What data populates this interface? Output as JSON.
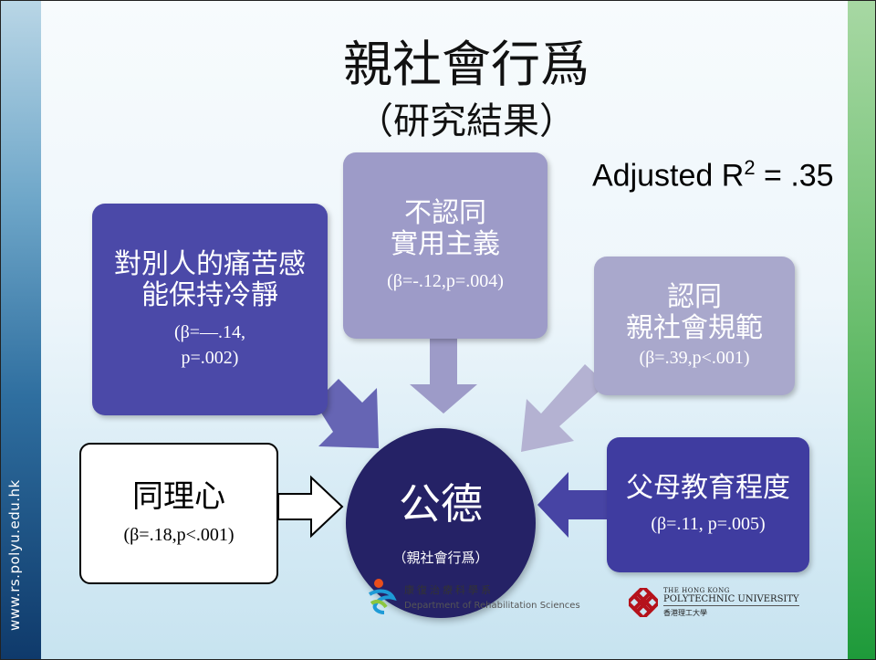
{
  "title": "親社會行爲",
  "subtitle": "（研究結果）",
  "model_fit": {
    "label": "Adjusted R",
    "sup": "2",
    "value": " = .35"
  },
  "predictors": [
    {
      "line1": "對別人的痛苦感",
      "line2": "能保持冷靜",
      "stat1": "(β=—.14,",
      "stat2": "p=.002)"
    },
    {
      "line1": "不認同",
      "line2": "實用主義",
      "stat1": "(β=-.12,p=.004)"
    },
    {
      "line1": "認同",
      "line2": "親社會規範",
      "stat1": "(β=.39,p<.001)"
    },
    {
      "line1": "父母教育程度",
      "stat1": "(β=.11, p=.005)"
    },
    {
      "line1": "同理心",
      "stat1": "(β=.18,p<.001)"
    }
  ],
  "outcome": {
    "label": "公德",
    "sub": "（親社會行爲）"
  },
  "sidebar_url": "www.rs.polyu.edu.hk",
  "dept_logo": {
    "cn": "康復治療科學系",
    "en": "Department of Rehabilitation Sciences"
  },
  "poly_logo": {
    "small": "THE HONG KONG",
    "big": "POLYTECHNIC UNIVERSITY",
    "cn": "香港理工大學"
  },
  "colors": {
    "dark_box": "#4b49a8",
    "light_box": "#9d9bc8",
    "circle": "#252266",
    "left_bar": "#2f6fa0",
    "right_bar": "#4caf50"
  }
}
